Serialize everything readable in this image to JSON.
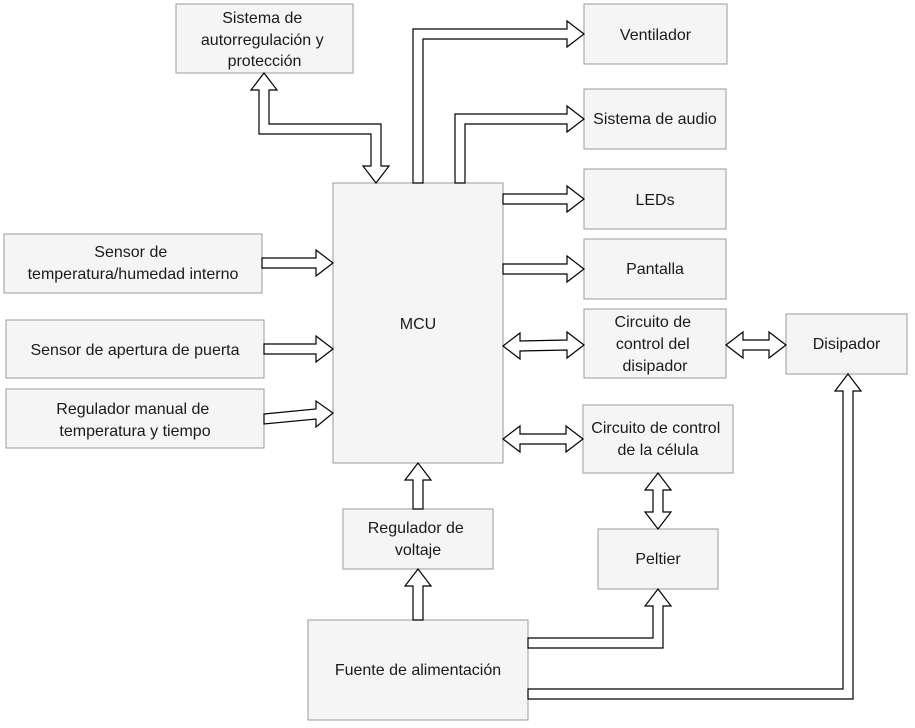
{
  "blocks": {
    "autorregulacion": [
      "Sistema de",
      "autorregulación y",
      "protección"
    ],
    "ventilador": [
      "Ventilador"
    ],
    "audio": [
      "Sistema de audio"
    ],
    "leds": [
      "LEDs"
    ],
    "pantalla": [
      "Pantalla"
    ],
    "sensor_temp": [
      "Sensor de",
      "temperatura/humedad interno"
    ],
    "sensor_puerta": [
      "Sensor de apertura de puerta"
    ],
    "regulador_manual": [
      "Regulador manual de",
      "temperatura y tiempo"
    ],
    "mcu": [
      "MCU"
    ],
    "control_disipador": [
      "Circuito de",
      "control del",
      "disipador"
    ],
    "disipador": [
      "Disipador"
    ],
    "control_celula": [
      "Circuito de control",
      "de la célula"
    ],
    "regulador_voltaje": [
      "Regulador de",
      "voltaje"
    ],
    "peltier": [
      "Peltier"
    ],
    "fuente": [
      "Fuente de alimentación"
    ]
  }
}
